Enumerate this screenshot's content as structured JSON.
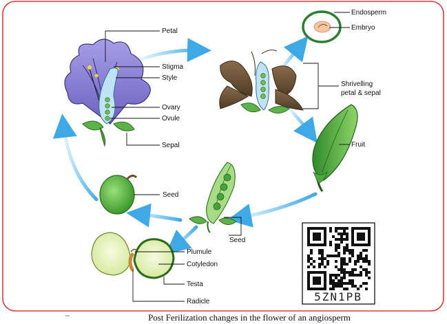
{
  "labels": {
    "petal": "Petal",
    "stigma": "Stigma",
    "style": "Style",
    "ovary": "Ovary",
    "ovule": "Ovule",
    "sepal": "Sepal",
    "endosperm": "Endosperm",
    "embryo": "Embryo",
    "shrivelling_line1": "Shrivelling",
    "shrivelling_line2": "petal & sepal",
    "fruit": "Fruit",
    "seed_left": "Seed",
    "seed_pod": "Seed",
    "plumule": "Plumule",
    "cotyledon": "Cotyledon",
    "testa": "Testa",
    "radicle": "Radicle"
  },
  "qr": {
    "code": "5ZN1PB"
  },
  "caption": "Post Ferilization changes in the flower of an angiosperm",
  "colors": {
    "frame": "#d83a3a",
    "petal": "#8b7fd0",
    "arrow": "#3fa9e8",
    "leaf": "#4caa3c",
    "seed": "#5fb942",
    "embryo_ring": "#2e7d32",
    "cotyledon": "#e3f0b0"
  }
}
